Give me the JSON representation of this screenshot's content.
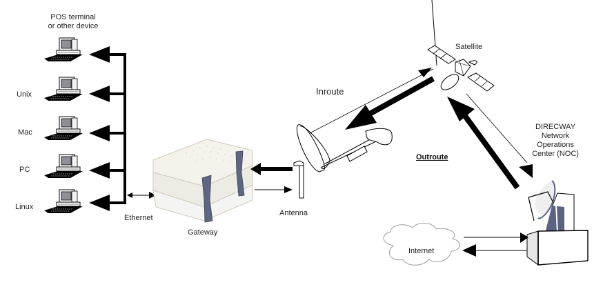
{
  "diagram": {
    "devices": [
      {
        "label_line1": "POS terminal",
        "label_line2": "or other device"
      },
      {
        "label": "Unix"
      },
      {
        "label": "Mac"
      },
      {
        "label": "PC"
      },
      {
        "label": "Linux"
      }
    ],
    "ethernet_label": "Ethernet",
    "gateway_label": "Gateway",
    "antenna_label": "Antenna",
    "inroute_label": "Inroute",
    "outroute_label": "Outroute",
    "satellite_label": "Satellite",
    "noc_label": {
      "line1": "DIRECWAY",
      "line2": "Network",
      "line3": "Operations",
      "line4": "Center (NOC)"
    },
    "internet_label": "Internet",
    "colors": {
      "line": "#000000",
      "gateway_body": "#f1efe6",
      "gateway_strap": "#5d6682",
      "noc_dark": "#5b6383",
      "dish_light": "#efefef",
      "cloud_stroke": "#9a9a9a"
    }
  }
}
